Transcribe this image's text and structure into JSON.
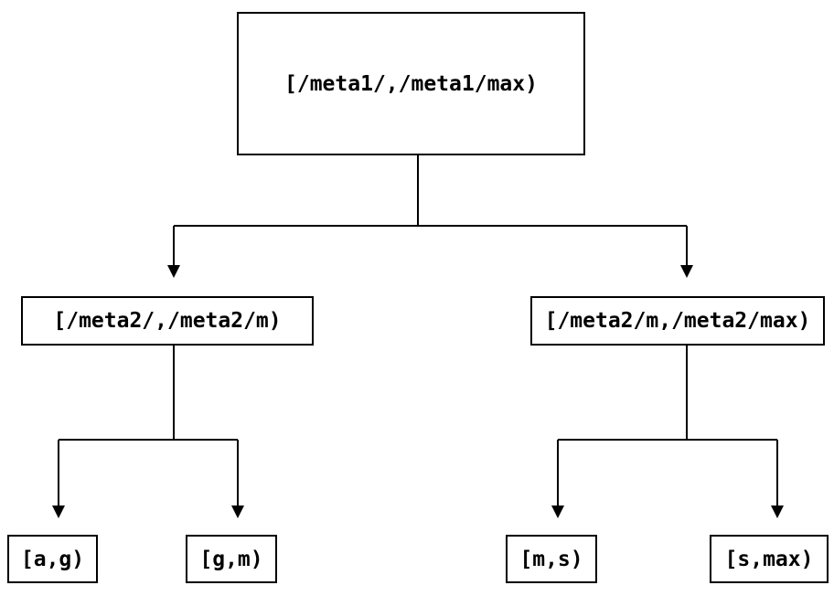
{
  "diagram": {
    "type": "tree",
    "background_color": "#ffffff",
    "line_color": "#000000",
    "text_color": "#000000",
    "nodes": {
      "root": {
        "label": "[/meta1/,/meta1/max)"
      },
      "meta2_left": {
        "label": "[/meta2/,/meta2/m)"
      },
      "meta2_right": {
        "label": "[/meta2/m,/meta2/max)"
      },
      "leaf_ag": {
        "label": "[a,g)"
      },
      "leaf_gm": {
        "label": "[g,m)"
      },
      "leaf_ms": {
        "label": "[m,s)"
      },
      "leaf_smax": {
        "label": "[s,max)"
      }
    },
    "edges": [
      {
        "from": "root",
        "to": "meta2_left"
      },
      {
        "from": "root",
        "to": "meta2_right"
      },
      {
        "from": "meta2_left",
        "to": "leaf_ag"
      },
      {
        "from": "meta2_left",
        "to": "leaf_gm"
      },
      {
        "from": "meta2_right",
        "to": "leaf_ms"
      },
      {
        "from": "meta2_right",
        "to": "leaf_smax"
      }
    ]
  }
}
